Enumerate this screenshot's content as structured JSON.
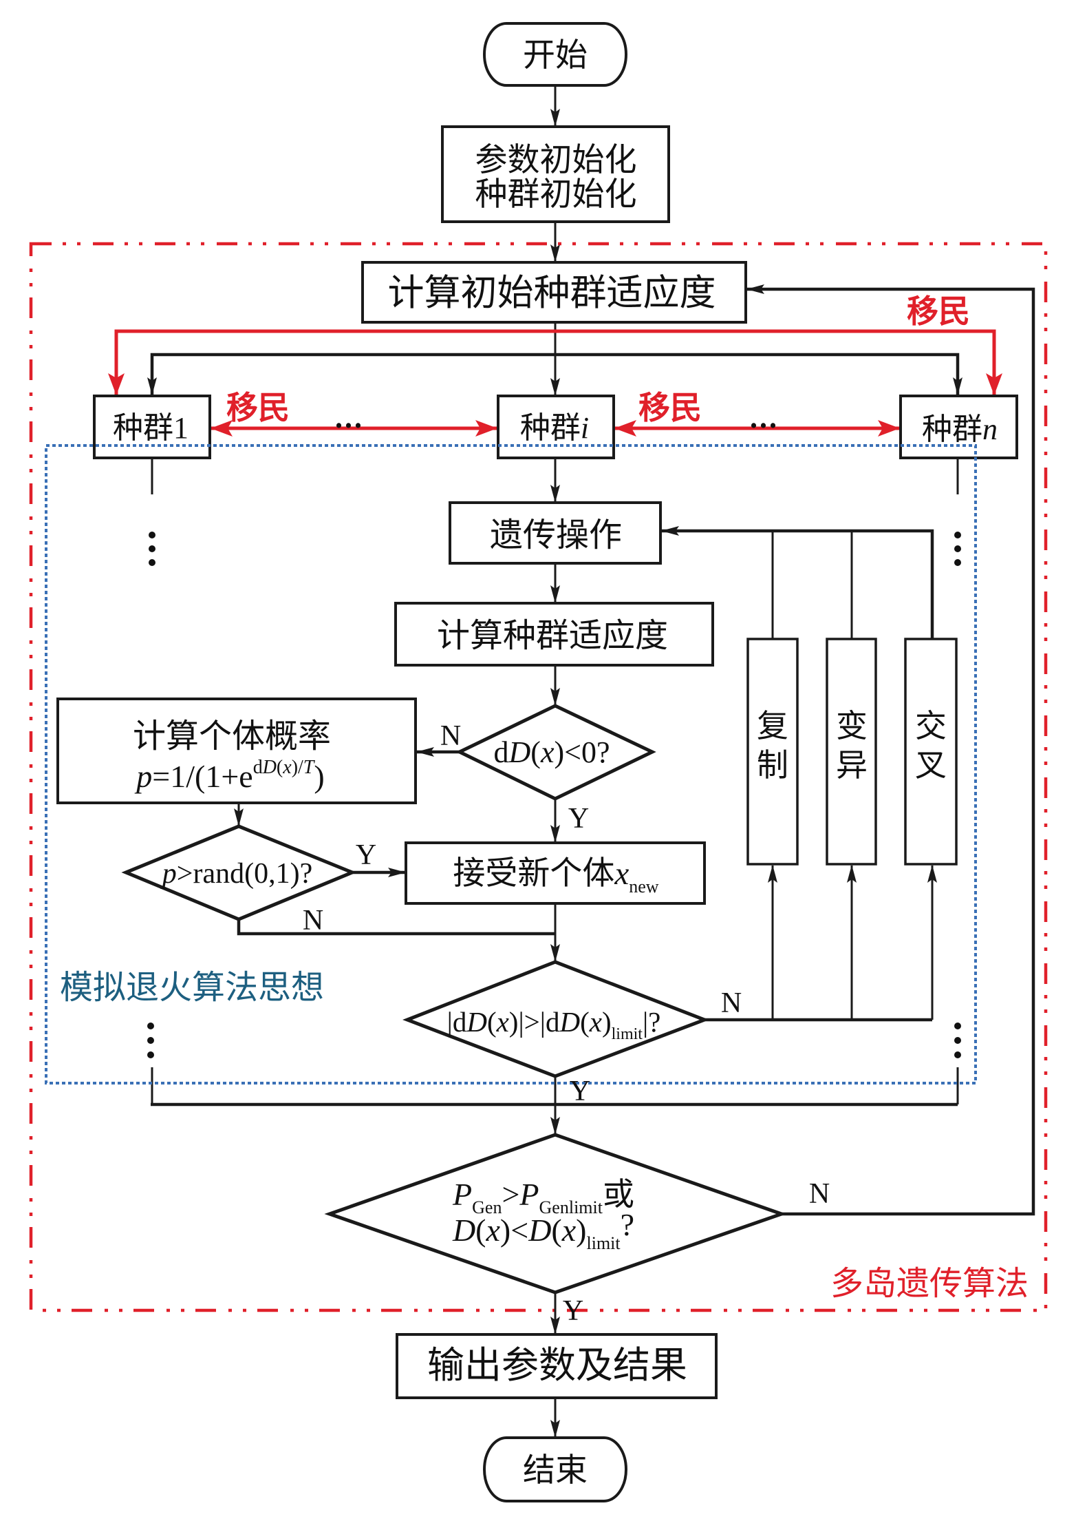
{
  "diagram": {
    "start": "开始",
    "init_lines": [
      "参数初始化",
      "种群初始化"
    ],
    "calc_initial_fitness": "计算初始种群适应度",
    "migration": "移民",
    "ellipsis": "...",
    "populations": [
      {
        "label": "种群",
        "index": "1"
      },
      {
        "label": "种群",
        "index": "i"
      },
      {
        "label": "种群",
        "index": "n"
      }
    ],
    "genetic_operation": "遗传操作",
    "calc_fitness": "计算种群适应度",
    "check_delta": [
      "d",
      "D",
      "(",
      "x",
      ")<0?"
    ],
    "calc_probability": {
      "title": "计算个体概率",
      "formula": [
        "p",
        "=1/(1+e",
        "d",
        "D",
        "(",
        "x",
        ")/",
        "T",
        ")"
      ]
    },
    "check_probability": [
      "p",
      ">rand(0,1)?"
    ],
    "accept_new": {
      "label": "接受新个体",
      "var": "x",
      "sub": "new"
    },
    "check_limit": [
      "|d",
      "D",
      "(",
      "x",
      ")|>|d",
      "D",
      "(",
      "x",
      ")",
      "limit",
      "|?"
    ],
    "operators": [
      [
        "复",
        "制"
      ],
      [
        "变",
        "异"
      ],
      [
        "交",
        "叉"
      ]
    ],
    "check_stop": {
      "line1": [
        "P",
        "Gen",
        ">",
        "P",
        "Genlimit",
        "或"
      ],
      "line2": [
        "D",
        "(",
        "x",
        ")<",
        "D",
        "(",
        "x",
        ")",
        "limit",
        "?"
      ]
    },
    "output": "输出参数及结果",
    "end": "结束",
    "edge_labels": {
      "check_delta_no": "N",
      "check_delta_yes": "Y",
      "check_probability_yes": "Y",
      "check_probability_no": "N",
      "check_limit_no": "N",
      "check_limit_yes": "Y",
      "check_stop_no": "N",
      "check_stop_yes": "Y"
    }
  },
  "regions": {
    "island_ga_label": "多岛遗传算法",
    "simulated_annealing_label": "模拟退火算法思想"
  },
  "colors": {
    "migration_red": "#e0202a",
    "ink": "#1a1a1a",
    "annealing_frame": "#3a70b6",
    "annealing_label": "#1d5f80"
  }
}
